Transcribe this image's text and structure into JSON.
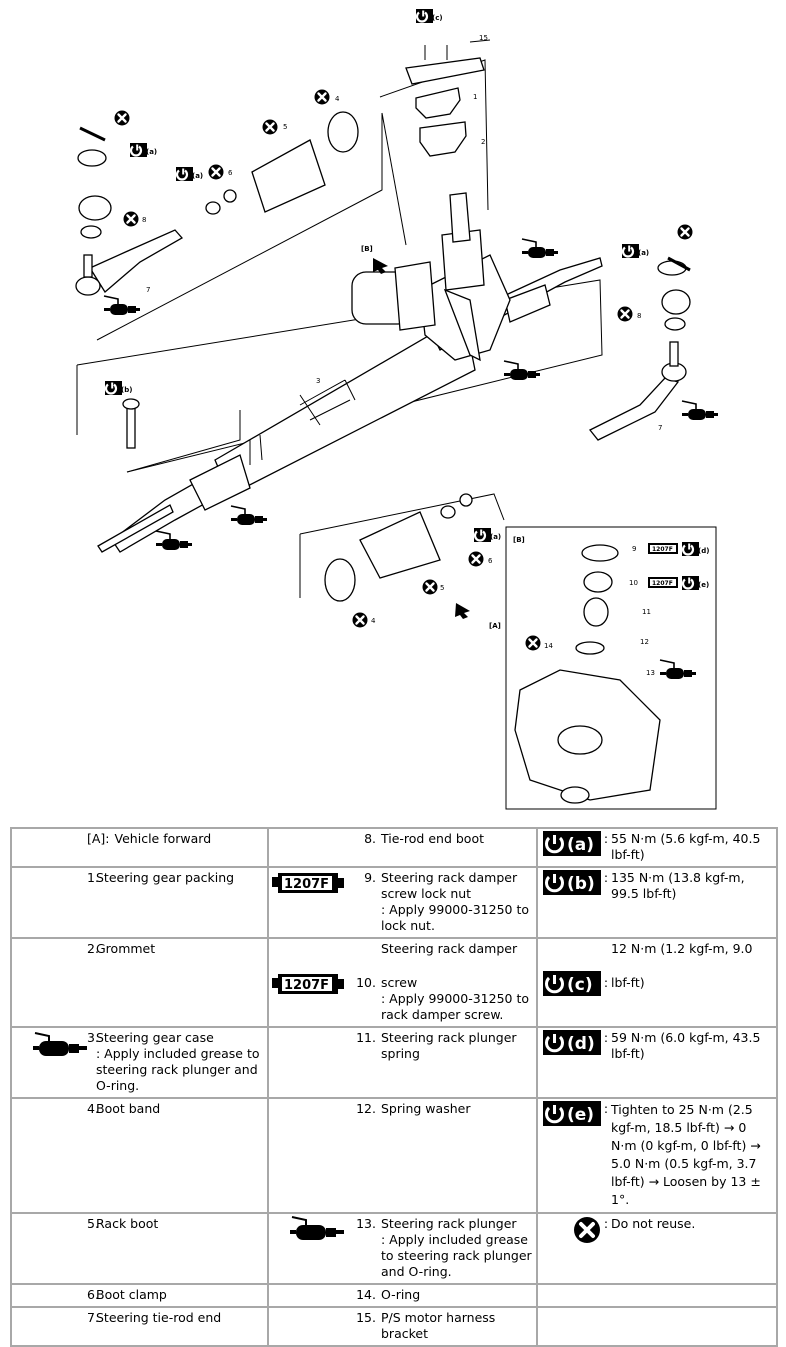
{
  "diagram": {
    "callouts": [
      "1",
      "2",
      "3",
      "4",
      "5",
      "6",
      "7",
      "8",
      "9",
      "10",
      "11",
      "12",
      "13",
      "14",
      "15"
    ],
    "view_labels": {
      "view_a": "[A]",
      "view_b": "[B]"
    },
    "torque_letters": {
      "a": "(a)",
      "b": "(b)",
      "c": "(c)",
      "d": "(d)",
      "e": "(e)"
    },
    "sealant_label": "1207F"
  },
  "legend": {
    "rows": [
      {
        "left_num": "[A]:",
        "left_text": "Vehicle forward",
        "mid_num": "8.",
        "mid_text": "Tie-rod end boot",
        "spec_symbol": "(a)",
        "spec_text": "55 N·m (5.6 kgf-m, 40.5 lbf-ft)"
      },
      {
        "left_num": "1.",
        "left_text": "Steering gear packing",
        "mid_icon": "sealant-1207F",
        "mid_num": "9.",
        "mid_text": "Steering rack damper screw lock nut",
        "mid_note": ": Apply 99000-31250 to lock nut.",
        "spec_symbol": "(b)",
        "spec_text": "135 N·m (13.8 kgf-m, 99.5 lbf-ft)"
      },
      {
        "left_num": "2.",
        "left_text": "Grommet",
        "mid_icon": "sealant-1207F",
        "mid_num": "10.",
        "mid_text_1": "Steering rack damper",
        "mid_text_2": "screw",
        "mid_note": ": Apply 99000-31250 to rack damper screw.",
        "spec_symbol": "(c)",
        "spec_text_1": "12 N·m (1.2 kgf-m, 9.0",
        "spec_text_2": "lbf-ft)"
      },
      {
        "left_icon": "grease-gun",
        "left_num": "3.",
        "left_text": "Steering gear case",
        "left_note": ": Apply included grease to steering rack plunger and O-ring.",
        "mid_num": "11.",
        "mid_text": "Steering rack plunger spring",
        "spec_symbol": "(d)",
        "spec_text": "59 N·m (6.0 kgf-m, 43.5 lbf-ft)"
      },
      {
        "left_num": "4.",
        "left_text": "Boot band",
        "mid_num": "12.",
        "mid_text": "Spring washer",
        "spec_symbol": "(e)",
        "spec_text": "Tighten to 25 N·m (2.5 kgf-m, 18.5 lbf-ft) → 0 N·m (0 kgf-m, 0 lbf-ft) → 5.0 N·m (0.5 kgf-m, 3.7 lbf-ft) → Loosen by 13 ± 1°."
      },
      {
        "left_num": "5.",
        "left_text": "Rack boot",
        "mid_icon": "grease-gun",
        "mid_num": "13.",
        "mid_text": "Steering rack plunger",
        "mid_note": ": Apply included grease to steering rack plunger and O-ring.",
        "spec_symbol": "do-not-reuse",
        "spec_text": "Do not reuse."
      },
      {
        "left_num": "6.",
        "left_text": "Boot clamp",
        "mid_num": "14.",
        "mid_text": "O-ring"
      },
      {
        "left_num": "7.",
        "left_text": "Steering tie-rod end",
        "mid_num": "15.",
        "mid_text": "P/S motor harness bracket"
      }
    ]
  }
}
